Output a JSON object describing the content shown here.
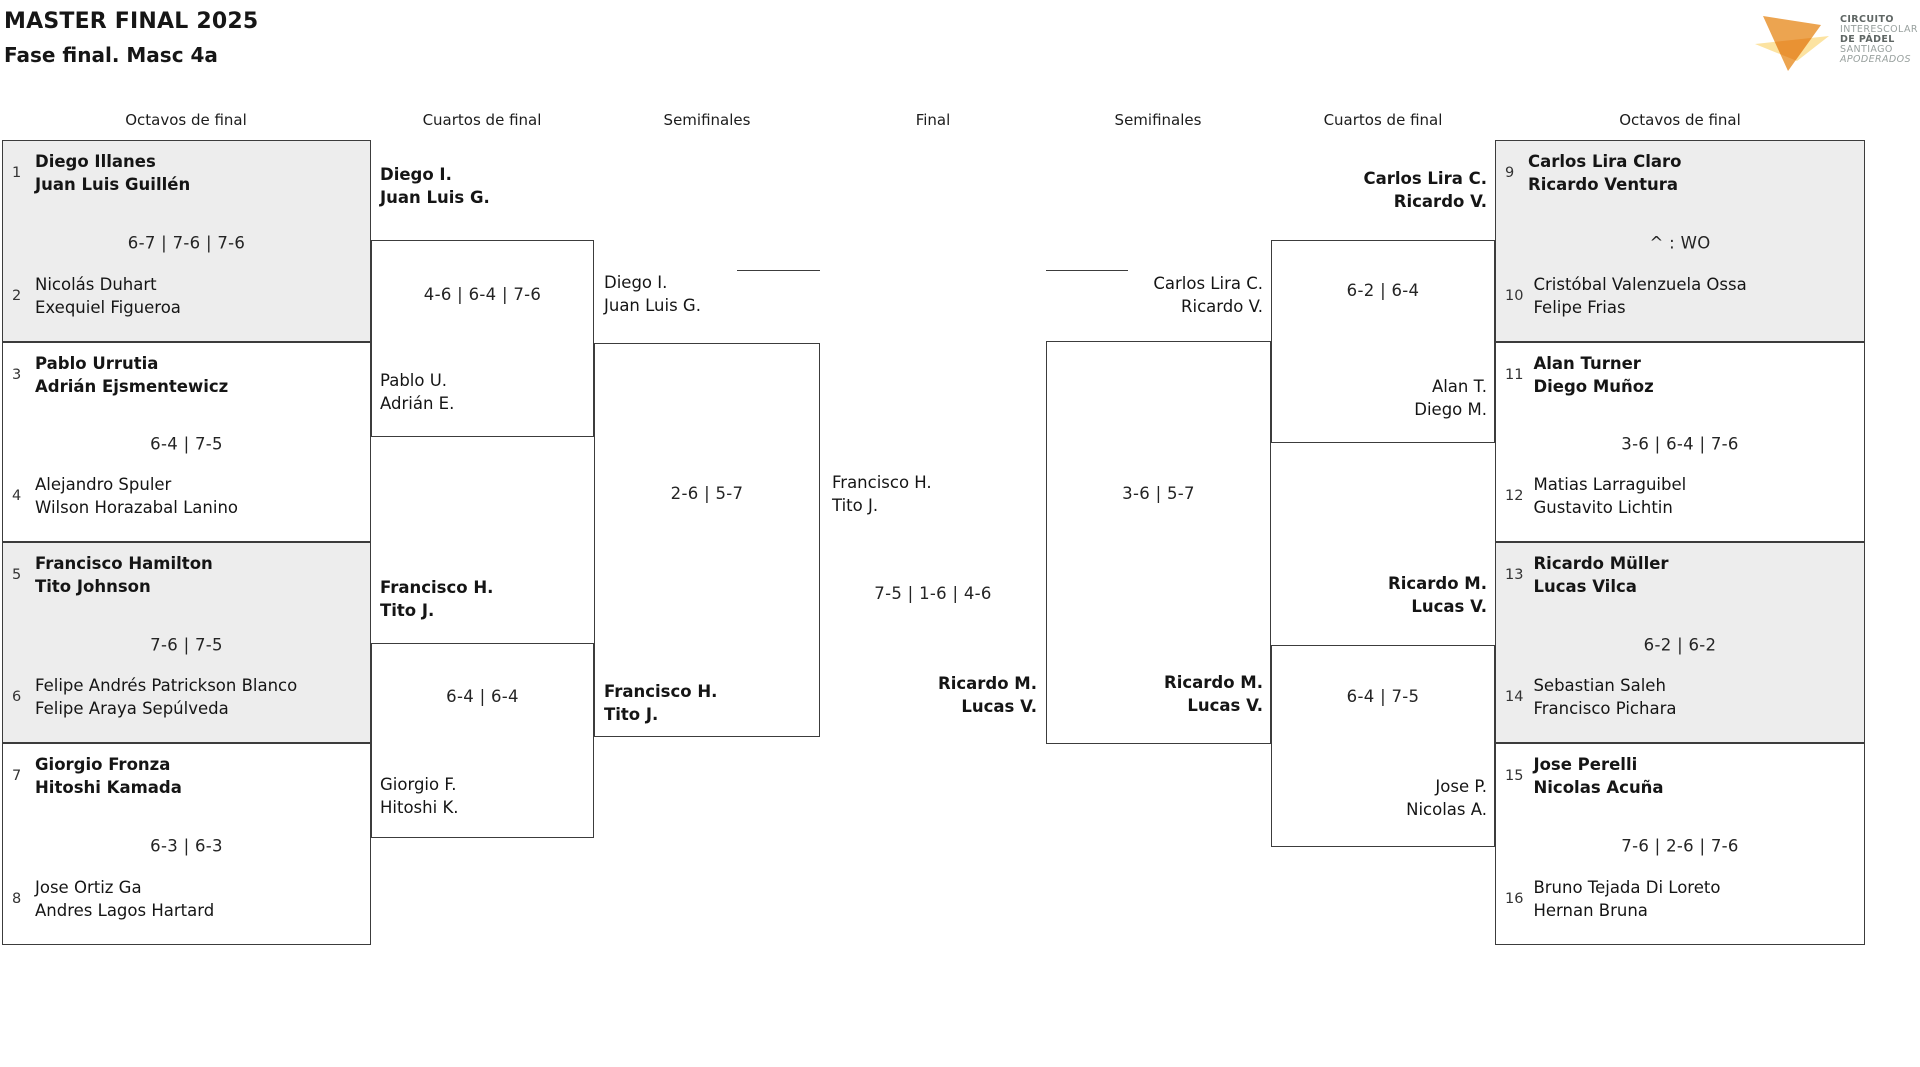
{
  "title": "MASTER FINAL 2025",
  "subtitle": "Fase final. Masc 4a",
  "logo": {
    "brand": [
      "CIRCUITO",
      "INTERESCOLAR",
      "DE PÁDEL",
      "SANTIAGO",
      "APODERADOS"
    ]
  },
  "round_headers": [
    "Octavos de final",
    "Cuartos de final",
    "Semifinales",
    "Final",
    "Semifinales",
    "Cuartos de final",
    "Octavos de final"
  ],
  "colors": {
    "box_fill": "#ededed",
    "line": "#3c3c3c",
    "logo_orange": "#eca450",
    "logo_yellow": "#fce3a1",
    "brand_text": "#5f6664",
    "brand_text_light": "#98a09e"
  },
  "bracket": {
    "r16_left": [
      {
        "top_seed": "1",
        "top": "Diego Illanes\nJuan Luis Guillén",
        "score": "6-7 | 7-6 | 7-6",
        "bottom_seed": "2",
        "bottom": "Nicolás Duhart\nExequiel Figueroa"
      },
      {
        "top_seed": "3",
        "top": "Pablo Urrutia\nAdrián Ejsmentewicz",
        "score": "6-4 | 7-5",
        "bottom_seed": "4",
        "bottom": "Alejandro Spuler\nWilson Horazabal Lanino"
      },
      {
        "top_seed": "5",
        "top": "Francisco Hamilton\nTito Johnson",
        "score": "7-6 | 7-5",
        "bottom_seed": "6",
        "bottom": "Felipe Andrés Patrickson Blanco\nFelipe Araya Sepúlveda"
      },
      {
        "top_seed": "7",
        "top": "Giorgio Fronza\nHitoshi Kamada",
        "score": "6-3 | 6-3",
        "bottom_seed": "8",
        "bottom": "Jose Ortiz Ga\nAndres Lagos Hartard"
      }
    ],
    "r16_right": [
      {
        "top_seed": "9",
        "top": "Carlos Lira Claro\nRicardo Ventura",
        "score": "^ : WO",
        "bottom_seed": "10",
        "bottom": "Cristóbal Valenzuela Ossa\nFelipe Frias"
      },
      {
        "top_seed": "11",
        "top": "Alan Turner\nDiego Muñoz",
        "score": "3-6 | 6-4 | 7-6",
        "bottom_seed": "12",
        "bottom": "Matias Larraguibel\nGustavito Lichtin"
      },
      {
        "top_seed": "13",
        "top": "Ricardo Müller\nLucas Vilca",
        "score": "6-2 | 6-2",
        "bottom_seed": "14",
        "bottom": "Sebastian Saleh\nFrancisco Pichara"
      },
      {
        "top_seed": "15",
        "top": "Jose Perelli\nNicolas Acuña",
        "score": "7-6 | 2-6 | 7-6",
        "bottom_seed": "16",
        "bottom": "Bruno Tejada Di Loreto\nHernan Bruna"
      }
    ],
    "qf_left": [
      {
        "winner": "Diego I.\nJuan Luis G.",
        "score": "4-6 | 6-4 | 7-6",
        "loser": "Pablo U.\nAdrián E."
      },
      {
        "winner": "Francisco H.\nTito J.",
        "score": "6-4 | 6-4",
        "loser": "Giorgio F.\nHitoshi K."
      }
    ],
    "qf_right": [
      {
        "winner": "Carlos Lira C.\nRicardo V.",
        "score": "6-2 | 6-4",
        "loser": "Alan T.\nDiego M."
      },
      {
        "winner": "Ricardo M.\nLucas V.",
        "score": "6-4 | 7-5",
        "loser": "Jose P.\nNicolas A."
      }
    ],
    "sf_left": {
      "entrant": "Diego I.\nJuan Luis G.",
      "score": "2-6 | 5-7",
      "winner": "Francisco H.\nTito J."
    },
    "sf_right": {
      "entrant": "Carlos Lira C.\nRicardo V.",
      "score": "3-6 | 5-7",
      "winner": "Ricardo M.\nLucas V."
    },
    "final": {
      "entrant": "Francisco H.\nTito J.",
      "score": "7-5 | 1-6 | 4-6",
      "winner": "Ricardo M.\nLucas V."
    }
  }
}
